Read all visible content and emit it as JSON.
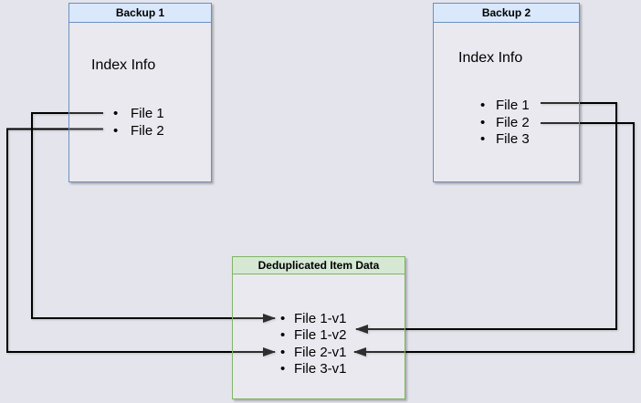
{
  "diagram": {
    "backup1": {
      "title": "Backup 1",
      "index_label": "Index Info",
      "files": [
        "File 1",
        "File 2"
      ]
    },
    "backup2": {
      "title": "Backup 2",
      "index_label": "Index Info",
      "files": [
        "File 1",
        "File 2",
        "File 3"
      ]
    },
    "dedup": {
      "title": "Deduplicated Item Data",
      "items": [
        "File 1-v1",
        "File 1-v2",
        "File 2-v1",
        "File 3-v1"
      ]
    },
    "connections": [
      {
        "from": "Backup 1 / File 1",
        "to": "File 1-v1"
      },
      {
        "from": "Backup 1 / File 2",
        "to": "File 2-v1"
      },
      {
        "from": "Backup 2 / File 1",
        "to": "File 1-v2"
      },
      {
        "from": "Backup 2 / File 2",
        "to": "File 2-v1"
      }
    ],
    "colors": {
      "background": "#E4E4EC",
      "blue_fill": "#DAE8FC",
      "blue_border": "#6C8EBF",
      "green_fill": "#D5E8D4",
      "green_border": "#82B366",
      "connector": "#000000",
      "text": "#000000"
    }
  }
}
